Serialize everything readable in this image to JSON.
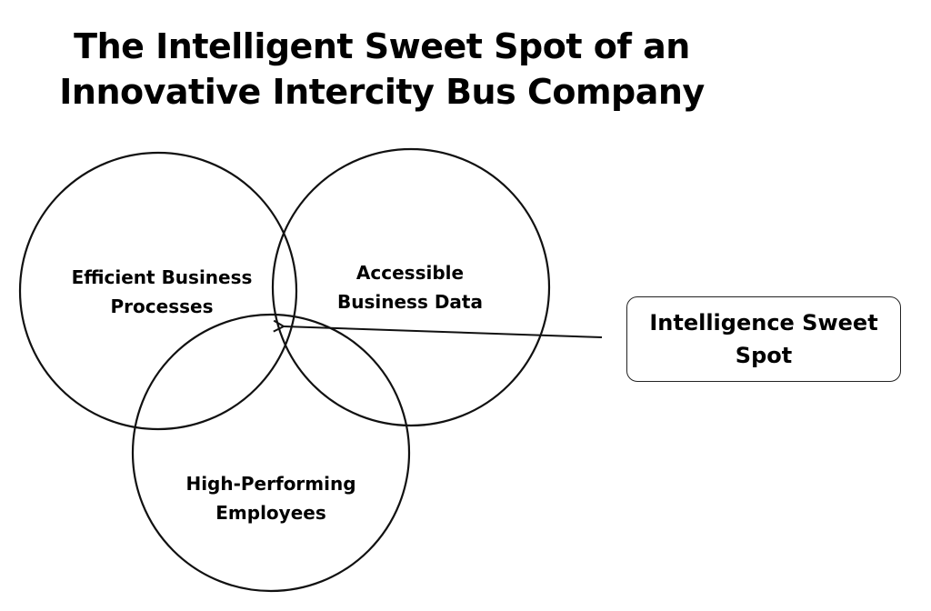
{
  "title": {
    "line1": "The Intelligent Sweet Spot of an",
    "line2": "Innovative Intercity Bus Company"
  },
  "circles": [
    {
      "line1": "Efficient Business",
      "line2": "Processes"
    },
    {
      "line1": "Accessible",
      "line2": "Business Data"
    },
    {
      "line1": "High-Performing",
      "line2": "Employees"
    }
  ],
  "callout": {
    "line1": "Intelligence Sweet",
    "line2": "Spot"
  },
  "colors": {
    "stroke": "#111111",
    "text": "#000000",
    "background": "#ffffff"
  }
}
